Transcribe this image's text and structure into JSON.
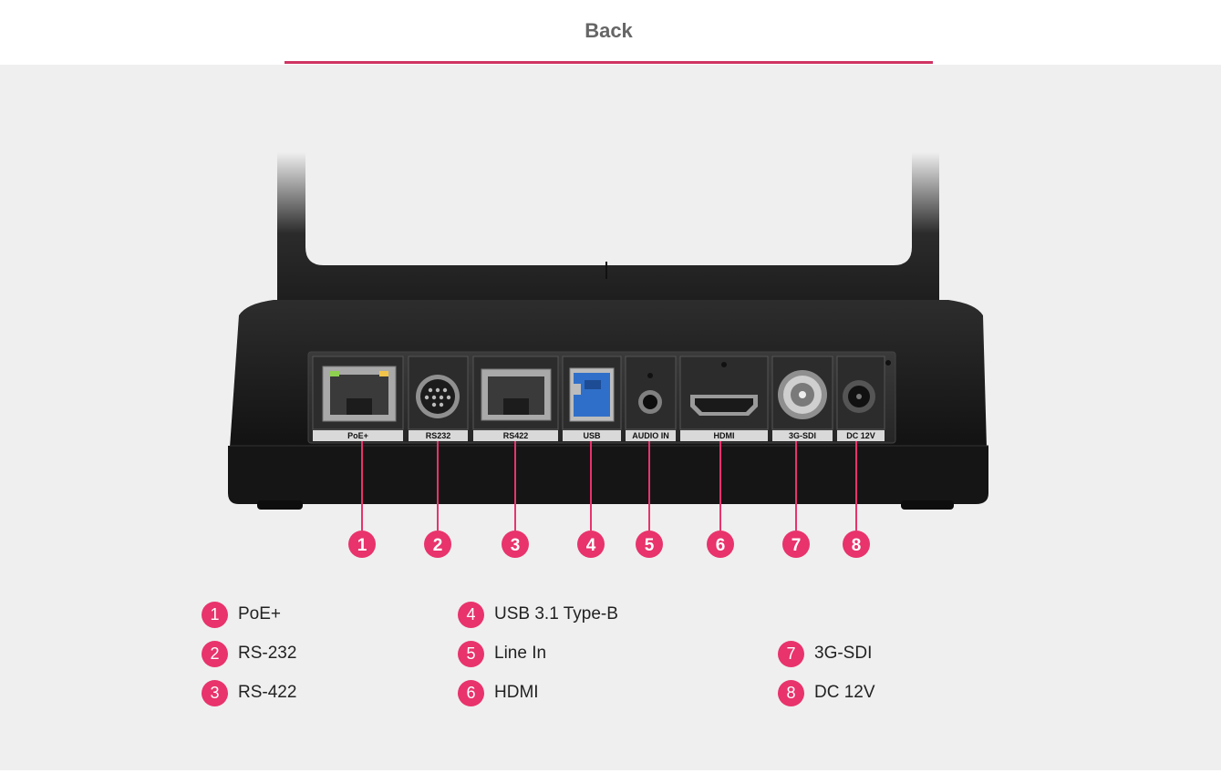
{
  "header": {
    "tab_label": "Back"
  },
  "accent_color": "#e8336c",
  "device": {
    "port_labels": [
      "PoE+",
      "RS232",
      "RS422",
      "USB",
      "AUDIO IN",
      "HDMI",
      "3G-SDI",
      "DC 12V"
    ],
    "markers": [
      "1",
      "2",
      "3",
      "4",
      "5",
      "6",
      "7",
      "8"
    ]
  },
  "legend": [
    {
      "num": "1",
      "label": "PoE+"
    },
    {
      "num": "2",
      "label": "RS-232"
    },
    {
      "num": "3",
      "label": "RS-422"
    },
    {
      "num": "4",
      "label": "USB 3.1 Type-B"
    },
    {
      "num": "5",
      "label": "Line In"
    },
    {
      "num": "6",
      "label": "HDMI"
    },
    {
      "num": "7",
      "label": "3G-SDI"
    },
    {
      "num": "8",
      "label": "DC 12V"
    }
  ]
}
